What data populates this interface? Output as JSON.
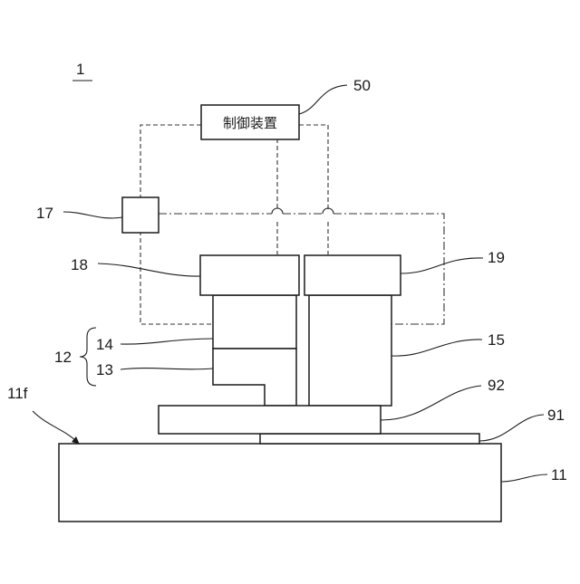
{
  "figure": {
    "figure_number": "1",
    "controller_text": "制御装置",
    "labels": {
      "controller": "50",
      "unit_17": "17",
      "unit_18": "18",
      "unit_19": "19",
      "group_12": "12",
      "part_14": "14",
      "part_13": "13",
      "part_15": "15",
      "part_92": "92",
      "part_91": "91",
      "surface_11f": "11f",
      "base_11": "11"
    }
  }
}
